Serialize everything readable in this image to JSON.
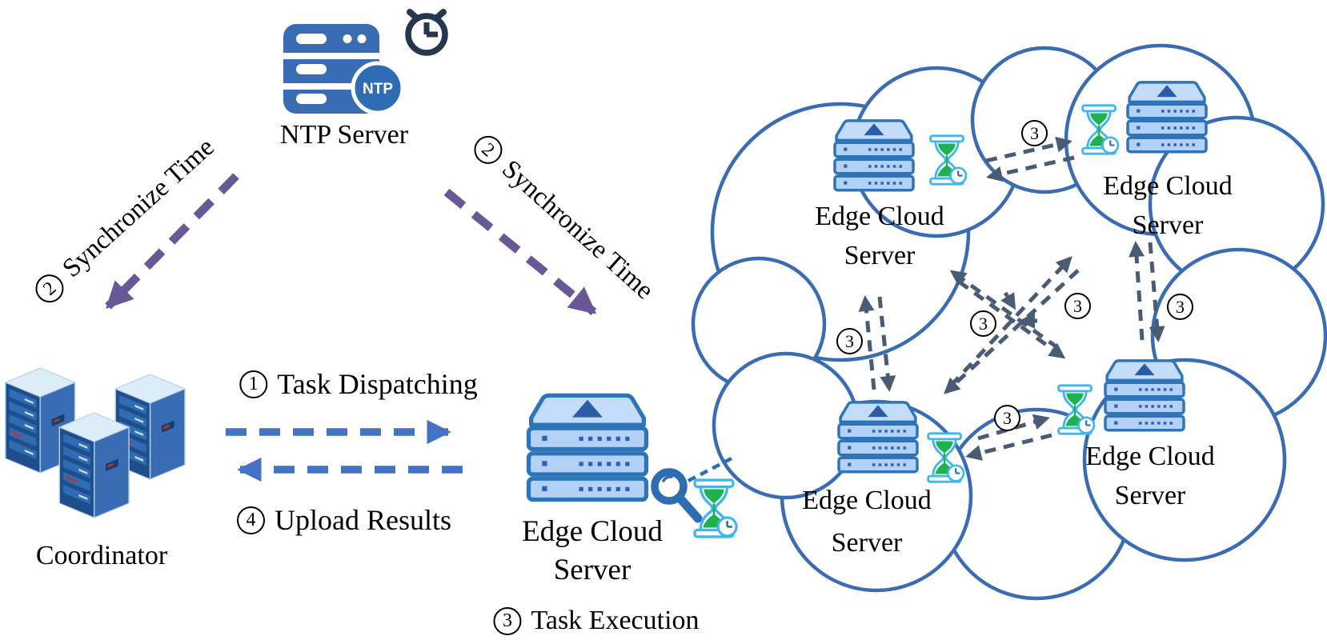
{
  "colors": {
    "cloud_stroke": "#3A6CB3",
    "sync_arrow_purple": "#685896",
    "dispatch_arrow_blue": "#4472C4",
    "exchange_arrow_gray": "#4A5B74",
    "server_outline": "#2E74B8",
    "server_fill": "#B3D1F7",
    "hourglass_sand_green": "#1FB14D",
    "hourglass_frame_blue": "#3FB6F0",
    "ntp_icon_blue": "#3A6CB3",
    "stopwatch_navy": "#26364E"
  },
  "ntp": {
    "label": "NTP Server",
    "badge": "NTP"
  },
  "coordinator": {
    "label": "Coordinator"
  },
  "main_server": {
    "line1": "Edge Cloud",
    "line2": "Server"
  },
  "flows": {
    "dispatch": {
      "num": "1",
      "label": "Task Dispatching"
    },
    "sync_left": {
      "num": "2",
      "label": "Synchronize Time"
    },
    "sync_right": {
      "num": "2",
      "label": "Synchronize Time"
    },
    "execution": {
      "num": "3",
      "label": "Task Execution"
    },
    "upload": {
      "num": "4",
      "label": "Upload Results"
    },
    "exchange": {
      "num": "3"
    }
  },
  "cloud": {
    "servers": [
      {
        "id": "top-left",
        "line1": "Edge Cloud",
        "line2": "Server"
      },
      {
        "id": "top-right",
        "line1": "Edge Cloud",
        "line2": "Server"
      },
      {
        "id": "bottom-left",
        "line1": "Edge Cloud",
        "line2": "Server"
      },
      {
        "id": "bottom-right",
        "line1": "Edge Cloud",
        "line2": "Server"
      }
    ]
  }
}
